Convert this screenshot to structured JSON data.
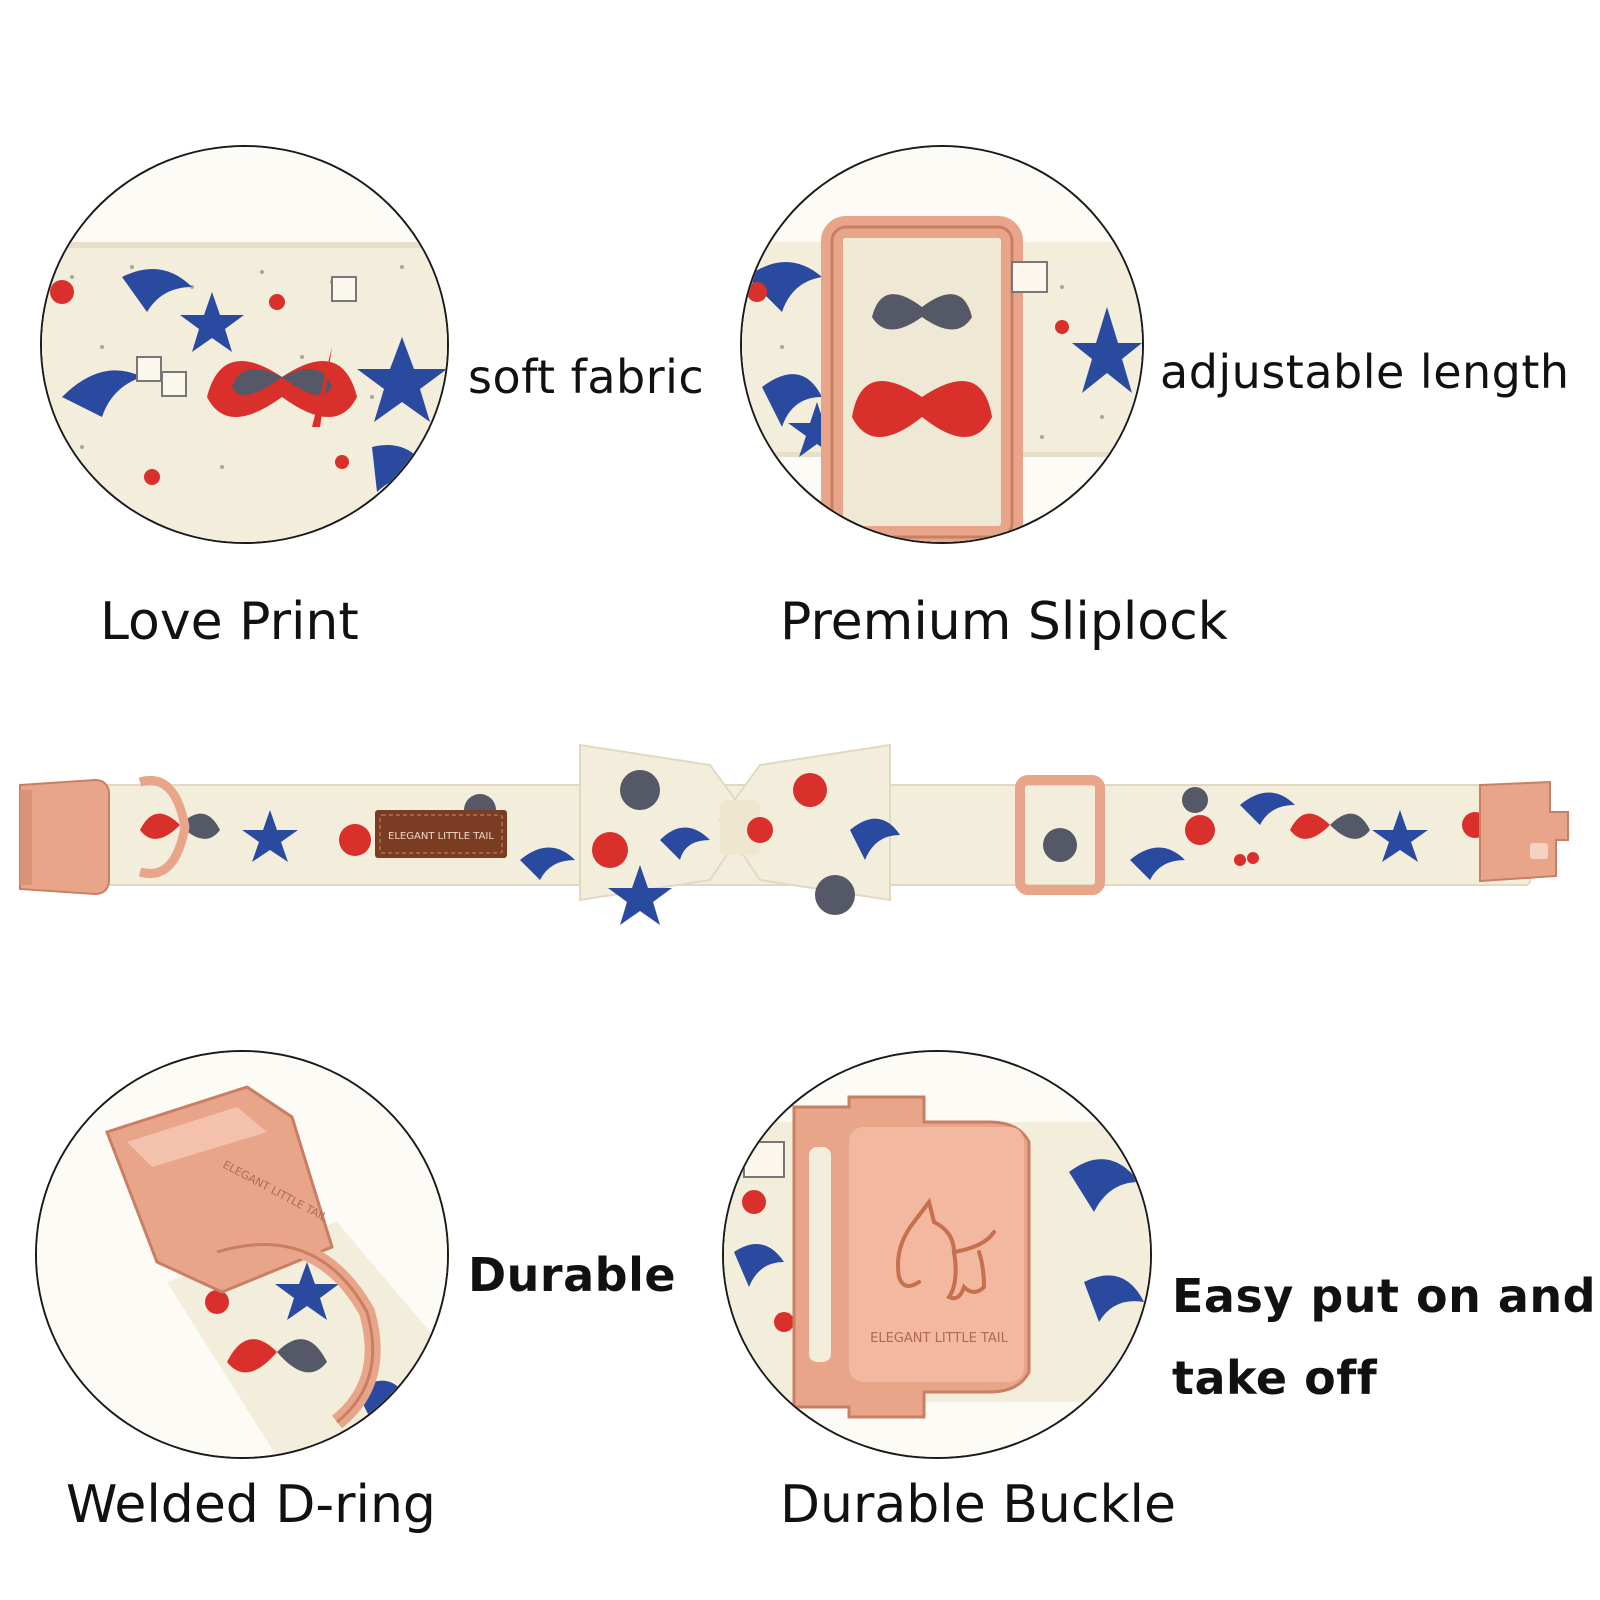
{
  "features": [
    {
      "side_text": "soft fabric",
      "caption": "Love Print",
      "photo": "fabric-print-closeup"
    },
    {
      "side_text": "adjustable length",
      "caption": "Premium Sliplock",
      "photo": "rose-gold-sliplock-closeup"
    },
    {
      "side_text": "Durable",
      "caption": "Welded D-ring",
      "photo": "welded-d-ring-closeup"
    },
    {
      "side_text_lines": [
        "Easy put on and",
        "take off"
      ],
      "caption": "Durable Buckle",
      "photo": "rose-gold-buckle-closeup"
    }
  ],
  "brand": {
    "label_text": "ELEGANT LITTLE TAIL",
    "buckle_engraving": "ELEGANT LITTLE TAIL"
  },
  "colors": {
    "rose_gold": "#e9a58a",
    "rose_gold_dark": "#c97f63",
    "fabric_base": "#f3eddc",
    "print_blue": "#2a4aa0",
    "print_red": "#d9302b",
    "print_grey": "#555866",
    "leather_label": "#7a3d24",
    "outline": "#1a1a1a"
  }
}
